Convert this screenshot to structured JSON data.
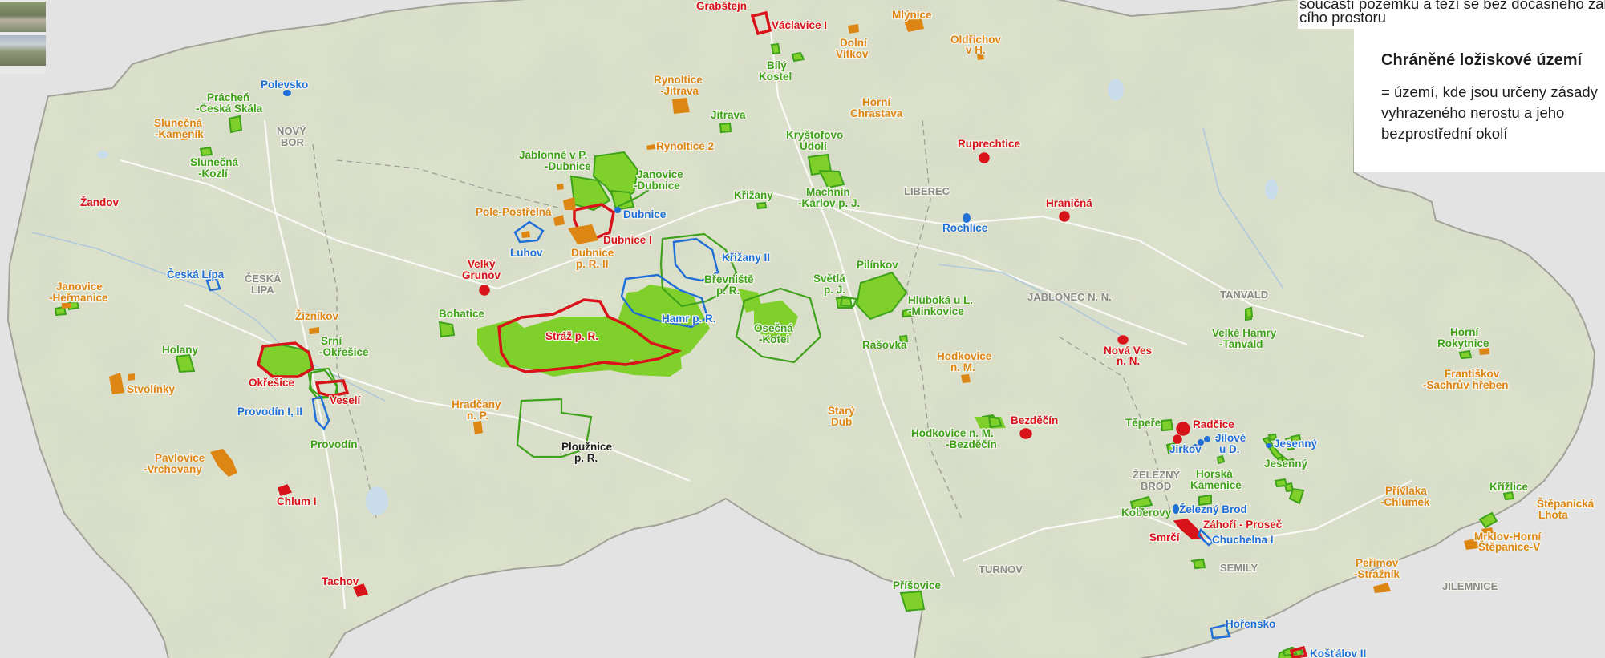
{
  "legend": {
    "line1": "součástí pozemku a tězí se bez dočasného záboru",
    "line2": "cího prostoru",
    "heading": "Chráněné ložiskové území",
    "desc1": "= území, kde jsou určeny zásady",
    "desc2": "vyhrazeného nerostu a jeho",
    "desc3": "bezprostřední okolí"
  },
  "colors": {
    "red": "#d8131a",
    "green": "#3fa21b",
    "blue": "#1f6fd6",
    "orange": "#de8614",
    "terrain": "#dde3cc",
    "outside": "#e3e3e3"
  },
  "towns": {
    "novy_bor_1": "NOVÝ",
    "novy_bor_2": "BOR",
    "ceska_lipa_1": "ČESKÁ",
    "ceska_lipa_2": "LÍPA",
    "liberec": "LIBEREC",
    "jablonec": "JABLONEC N. N.",
    "tanvald": "TANVALD",
    "zelezny_brod_1": "ŽELEZNÝ",
    "zelezny_brod_2": "BROD",
    "turnov": "TURNOV",
    "semily": "SEMILY",
    "jilemnice": "JILEMNICE"
  },
  "sites": {
    "grabstejn": "Grabštejn",
    "vaclavice": "Václavice I",
    "mlynice": "Mlýnice",
    "dolni_vitkov_1": "Dolní",
    "dolni_vitkov_2": "Vítkov",
    "oldrichov_1": "Oldřichov",
    "oldrichov_2": "v H.",
    "bily_kostel_1": "Bílý",
    "bily_kostel_2": "Kostel",
    "polevsko": "Polevsko",
    "rynoltice_jitrava_1": "Rynoltice",
    "rynoltice_jitrava_2": "-Jitrava",
    "horni_chrastava_1": "Horní",
    "horni_chrastava_2": "Chrastava",
    "jitrava": "Jitrava",
    "prachen_1": "Prácheň",
    "prachen_2": "-Česká Skála",
    "slunecna_kamenik_1": "Slunečná",
    "slunecna_kamenik_2": "-Kameník",
    "krystofovo_1": "Kryštofovo",
    "krystofovo_2": "Údolí",
    "ruprechtice": "Ruprechtice",
    "rynoltice_2": "Rynoltice 2",
    "jablonne_1": "Jablonné v P.",
    "jablonne_2": "-Dubnice",
    "slunecna_kozli_1": "Slunečná",
    "slunecna_kozli_2": "-Kozlí",
    "janovice_dubnice_1": "Janovice",
    "janovice_dubnice_2": "-Dubnice",
    "krizany": "Křižany",
    "machnin_1": "Machnín",
    "machnin_2": "-Karlov p. J.",
    "zandov": "Žandov",
    "hranicna": "Hraničná",
    "pole_postrelna": "Pole-Postřelná",
    "dubnice": "Dubnice",
    "rochlice": "Rochlice",
    "dubnice_1": "Dubnice I",
    "luhov": "Luhov",
    "dubnice_2_1": "Dubnice",
    "dubnice_2_2": "p. R. II",
    "krizany_2": "Křižany II",
    "velky_grunov_1": "Velký",
    "velky_grunov_2": "Grunov",
    "ceska_lipa": "Česká Lípa",
    "brevniste_1": "Břevniště",
    "brevniste_2": "p. R.",
    "svetla_1": "Světlá",
    "svetla_2": "p. J.",
    "pilinkov": "Pilínkov",
    "janovice_hermanice_1": "Janovice",
    "janovice_hermanice_2": "-Heřmanice",
    "hluboka_1": "Hluboká u L.",
    "hluboka_2": "-Minkovice",
    "ziznikov": "Žizníkov",
    "bohatice": "Bohatice",
    "hamr": "Hamr p. R.",
    "osecna_1": "Osečná",
    "osecna_2": "-Kotel",
    "velke_hamry_1": "Velké Hamry",
    "velke_hamry_2": "-Tanvald",
    "horni_rokytnice_1": "Horní",
    "horni_rokytnice_2": "Rokytnice",
    "srni_1": "Srní",
    "srni_2": "-Okřešice",
    "straz": "Stráž p. R.",
    "rasovka": "Rašovka",
    "nova_ves_1": "Nová Ves",
    "nova_ves_2": "n. N.",
    "holany": "Holany",
    "hodkovice_1": "Hodkovice",
    "hodkovice_2": "n. M.",
    "frantiskov_1": "Františkov",
    "frantiskov_2": "-Sachrův hřeben",
    "okresice": "Okřešice",
    "stvolinky": "Stvolínky",
    "veseli": "Veselí",
    "hradcany_1": "Hradčany",
    "hradcany_2": "n. P.",
    "stary_dub_1": "Starý",
    "stary_dub_2": "Dub",
    "provodin_12": "Provodín I, II",
    "bezdecin": "Bezděčín",
    "tepere": "Těpeře",
    "radcice": "Radčice",
    "hodkovice_bezdecin_1": "Hodkovice n. M.",
    "hodkovice_bezdecin_2": "-Bezděčín",
    "jilove_1": "Jílové",
    "jilove_2": "u D.",
    "jesenny_blue": "Jesenný",
    "plouznice_1": "Ploužnice",
    "plouznice_2": "p. R.",
    "provodin": "Provodín",
    "jirkov": "Jirkov",
    "jesenny_green": "Jesenný",
    "pavlovice_1": "Pavlovice",
    "pavlovice_2": "-Vrchovany",
    "horska_kamenice_1": "Horská",
    "horska_kamenice_2": "Kamenice",
    "krizlice": "Křížlice",
    "privlaka_1": "Přívlaka",
    "privlaka_2": "-Chlumek",
    "chlum": "Chlum I",
    "stepanicka_1": "Štěpanická",
    "stepanicka_2": "Lhota",
    "koberovy": "Koberovy",
    "zelezny_brod_site": "Železný Brod",
    "zahori": "Záhoří - Proseč",
    "smrci": "Smrčí",
    "chuchelna": "Chuchelna I",
    "mrklov_1": "Mrklov-Horní",
    "mrklov_2": "Štěpanice-V",
    "perimov_1": "Peřimov",
    "perimov_2": "-Strážník",
    "tachov": "Tachov",
    "prisovice": "Příšovice",
    "horensko": "Hořensko",
    "koztalov": "Košťálov II"
  }
}
